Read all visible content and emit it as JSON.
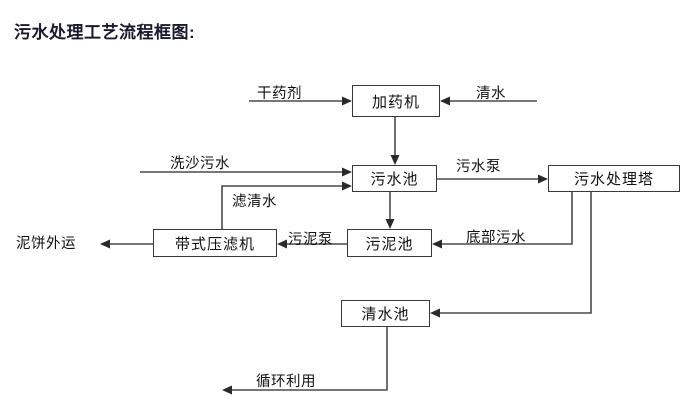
{
  "title": "污水处理工艺流程框图:",
  "diagram": {
    "nodes": [
      {
        "id": "dosing",
        "label": "加药机"
      },
      {
        "id": "sewage",
        "label": "污水池"
      },
      {
        "id": "tower",
        "label": "污水处理塔"
      },
      {
        "id": "filter",
        "label": "带式压滤机"
      },
      {
        "id": "sludge",
        "label": "污泥池"
      },
      {
        "id": "clearwater",
        "label": "清水池"
      }
    ],
    "edge_labels": [
      {
        "id": "dry-agent",
        "label": "干药剂"
      },
      {
        "id": "clean-water-in",
        "label": "清水"
      },
      {
        "id": "sand-wash",
        "label": "洗沙污水"
      },
      {
        "id": "filtrate",
        "label": "滤清水"
      },
      {
        "id": "sewage-pump",
        "label": "污水泵"
      },
      {
        "id": "sludge-pump",
        "label": "污泥泵"
      },
      {
        "id": "bottom-sewage",
        "label": "底部污水"
      },
      {
        "id": "mud-cake-out",
        "label": "泥饼外运"
      },
      {
        "id": "recycle",
        "label": "循环利用"
      }
    ],
    "colors": {
      "box_border": "#3a3a3a",
      "wire": "#4a4a4a",
      "text": "#111111",
      "title": "#1a1a2e",
      "background": "#ffffff"
    }
  }
}
